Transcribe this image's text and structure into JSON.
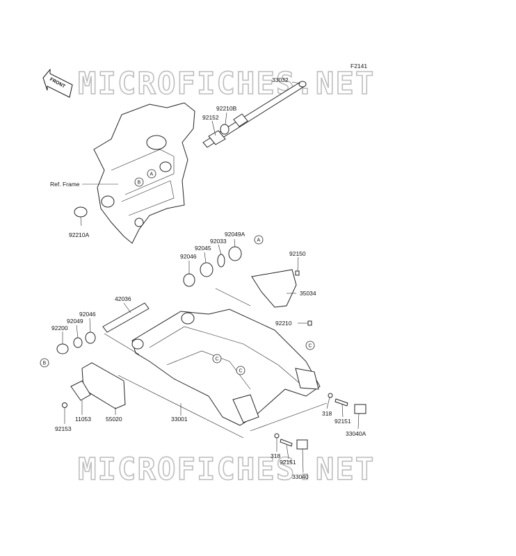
{
  "figure_code": "F2141",
  "watermark": "MICROFICHES.NET",
  "front_label": "FRONT",
  "ref_frame": "Ref. Frame",
  "labels": [
    {
      "id": "33032",
      "text": "33032"
    },
    {
      "id": "92210B",
      "text": "92210B"
    },
    {
      "id": "92152",
      "text": "92152"
    },
    {
      "id": "92210A",
      "text": "92210A"
    },
    {
      "id": "92049A",
      "text": "92049A"
    },
    {
      "id": "92033",
      "text": "92033"
    },
    {
      "id": "92045",
      "text": "92045"
    },
    {
      "id": "92046a",
      "text": "92046"
    },
    {
      "id": "92150",
      "text": "92150"
    },
    {
      "id": "35034",
      "text": "35034"
    },
    {
      "id": "42036",
      "text": "42036"
    },
    {
      "id": "92046b",
      "text": "92046"
    },
    {
      "id": "92049",
      "text": "92049"
    },
    {
      "id": "92200",
      "text": "92200"
    },
    {
      "id": "92210",
      "text": "92210"
    },
    {
      "id": "11053",
      "text": "11053"
    },
    {
      "id": "55020",
      "text": "55020"
    },
    {
      "id": "92153",
      "text": "92153"
    },
    {
      "id": "33001",
      "text": "33001"
    },
    {
      "id": "318a",
      "text": "318"
    },
    {
      "id": "92151a",
      "text": "92151"
    },
    {
      "id": "33040A",
      "text": "33040A"
    },
    {
      "id": "318b",
      "text": "318"
    },
    {
      "id": "92151b",
      "text": "92151"
    },
    {
      "id": "33040",
      "text": "33040"
    }
  ],
  "callouts": {
    "a": "A",
    "b": "B",
    "c": "C"
  }
}
